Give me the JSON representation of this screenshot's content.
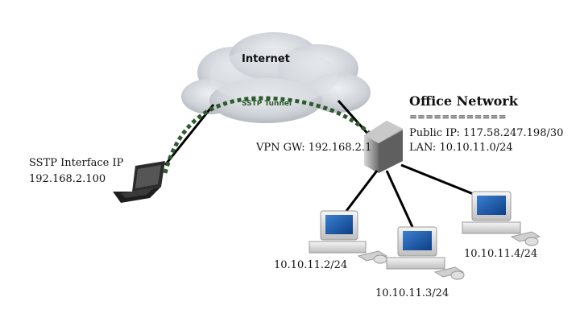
{
  "internet": {
    "label": "Internet"
  },
  "tunnel": {
    "label": "SSTP Tunnel"
  },
  "client": {
    "title": "SSTP Interface IP",
    "ip": "192.168.2.100"
  },
  "gateway": {
    "label": "VPN GW: 192.168.2.1"
  },
  "office": {
    "title": "Office Network",
    "separator": "============",
    "public_ip": "Public IP: 117.58.247.198/30",
    "lan": "LAN: 10.10.11.0/24"
  },
  "hosts": [
    {
      "ip": "10.10.11.2/24"
    },
    {
      "ip": "10.10.11.3/24"
    },
    {
      "ip": "10.10.11.4/24"
    }
  ],
  "colors": {
    "tunnel": "#2e5a2e",
    "link": "#000000",
    "cloud": "#cfd4da"
  }
}
